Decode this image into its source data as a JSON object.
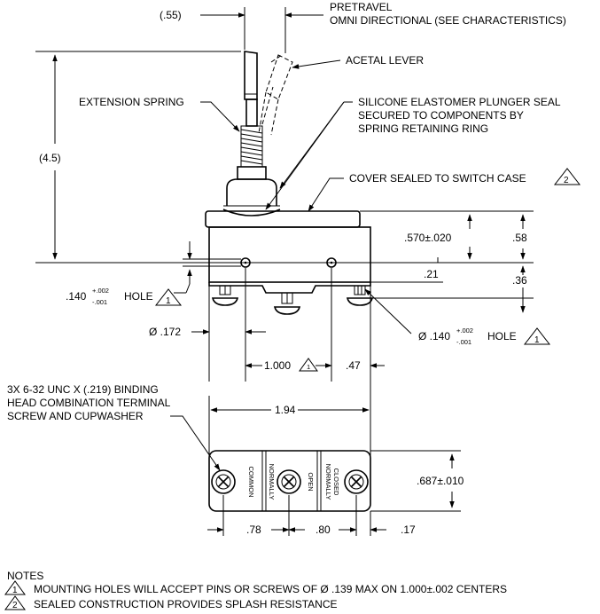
{
  "callouts": {
    "pretravel": "PRETRAVEL",
    "omni": "OMNI DIRECTIONAL (SEE CHARACTERISTICS)",
    "acetal_lever": "ACETAL LEVER",
    "extension_spring": "EXTENSION SPRING",
    "plunger_seal_1": "SILICONE ELASTOMER PLUNGER SEAL",
    "plunger_seal_2": "SECURED TO COMPONENTS BY",
    "plunger_seal_3": "SPRING RETAINING RING",
    "cover_sealed": "COVER SEALED TO SWITCH CASE",
    "terminal_screw_1": "3X 6-32 UNC X (.219) BINDING",
    "terminal_screw_2": "HEAD COMBINATION TERMINAL",
    "terminal_screw_3": "SCREW AND CUPWASHER"
  },
  "dimensions": {
    "lever_offset": "(.55)",
    "overall_height": "(4.5)",
    "cover_height": ".570±.020",
    "case_height": ".58",
    "hole_to_bottom": ".21",
    "terminal_height": ".36",
    "hole_left_base": ".140",
    "hole_left_tol_plus": "+.002",
    "hole_left_tol_minus": "-.001",
    "hole_left_suffix": "HOLE",
    "hole_right_prefix": "Ø .140",
    "hole_right_tol_plus": "+.002",
    "hole_right_tol_minus": "-.001",
    "hole_right_suffix": "HOLE",
    "edge_to_hole": "Ø .172",
    "hole_spacing": "1.000",
    "hole_to_edge": ".47",
    "overall_length": "1.94",
    "terminal_pitch_1": ".78",
    "terminal_pitch_2": ".80",
    "terminal_end": ".17",
    "base_depth": ".687±.010"
  },
  "terminal_labels": {
    "common": "COMMON",
    "no_1": "NORMALLY",
    "no_2": "OPEN",
    "nc_1": "NORMALLY",
    "nc_2": "CLOSED"
  },
  "flags": {
    "one": "1",
    "two": "2"
  },
  "notes": {
    "heading": "NOTES",
    "note_1_num": "1",
    "note_1_text": "MOUNTING HOLES WILL ACCEPT PINS OR SCREWS OF Ø .139 MAX ON 1.000±.002 CENTERS",
    "note_2_num": "2",
    "note_2_text": "SEALED CONSTRUCTION PROVIDES SPLASH RESISTANCE"
  }
}
